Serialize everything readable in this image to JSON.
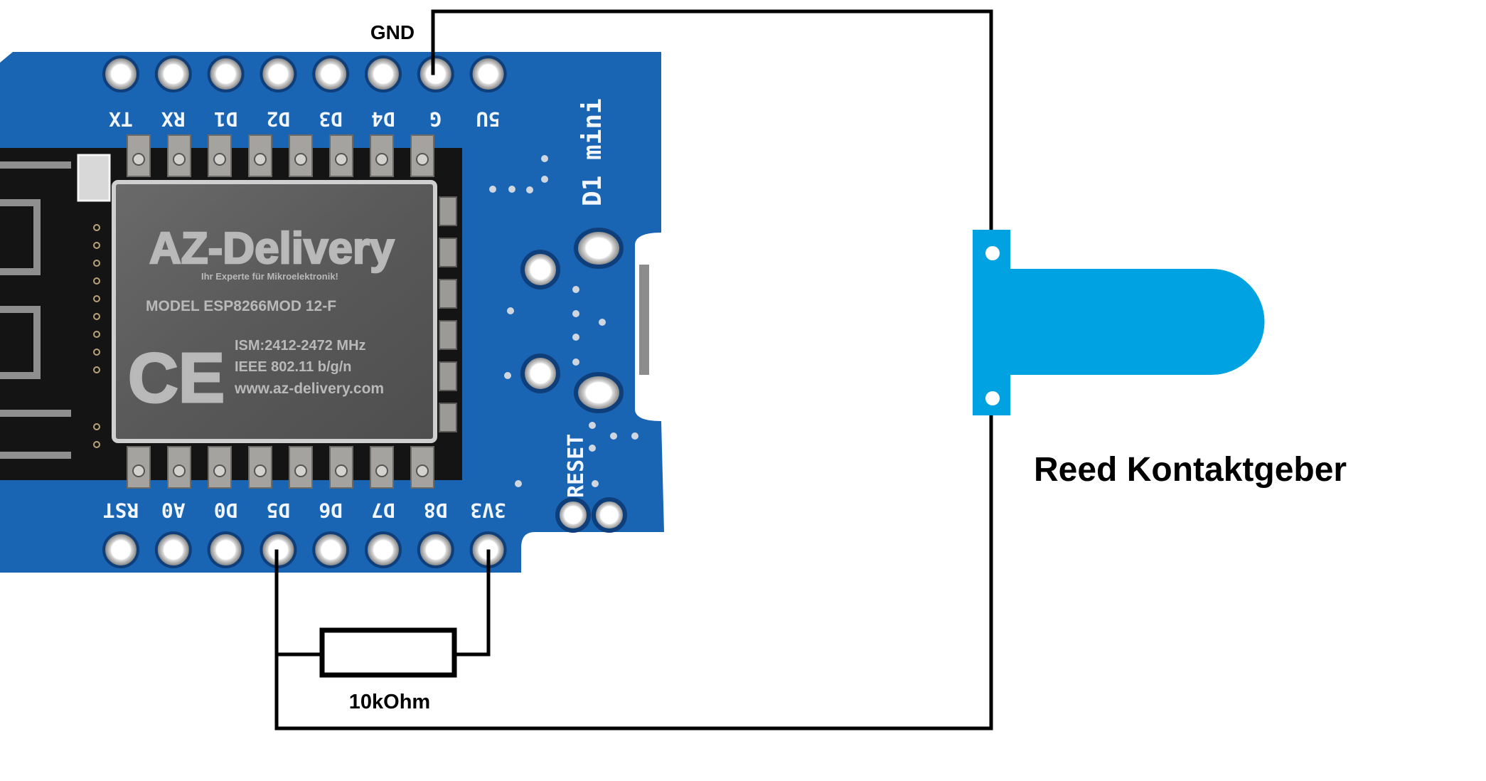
{
  "labels": {
    "gnd": "GND",
    "resistor": "10kOhm",
    "reed": "Reed Kontaktgeber"
  },
  "board": {
    "name": "D1 mini",
    "reset_label": "RESET",
    "top_pins": [
      "TX",
      "RX",
      "D1",
      "D2",
      "D3",
      "D4",
      "G",
      "5U"
    ],
    "bottom_pins": [
      "RST",
      "A0",
      "D0",
      "D5",
      "D6",
      "D7",
      "D8",
      "3V3"
    ],
    "module": {
      "brand": "AZ-Delivery",
      "slogan": "Ihr Experte für Mikroelektronik!",
      "model": "MODEL ESP8266MOD 12-F",
      "ce": "CE",
      "ism": "ISM:2412-2472 MHz",
      "ieee": "IEEE 802.11 b/g/n",
      "url": "www.az-delivery.com"
    }
  },
  "connections": [
    {
      "from": "G",
      "to": "Reed Kontaktgeber (top)",
      "label": "GND"
    },
    {
      "from": "D5",
      "to": "Reed Kontaktgeber (bottom)"
    },
    {
      "from": "D5",
      "to": "3V3",
      "via": "10kOhm"
    }
  ],
  "colors": {
    "board": "#1a64b4",
    "reed": "#00a2e2",
    "wire": "#000000"
  }
}
